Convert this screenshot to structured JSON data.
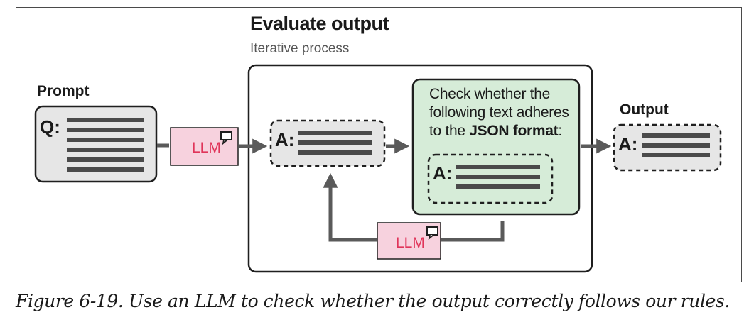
{
  "diagram": {
    "title": "Evaluate output",
    "subtitle": "Iterative process",
    "prompt_label": "Prompt",
    "prompt_prefix": "Q:",
    "llm_label": "LLM",
    "answer_prefix": "A:",
    "check": {
      "line1": "Check whether the",
      "line2": "following text adheres",
      "line3_pre": "to the ",
      "line3_bold": "JSON format",
      "line3_post": ":"
    },
    "output_label": "Output",
    "colors": {
      "prompt_box": "#e6e6e6",
      "llm_box": "#f7d2de",
      "check_box": "#d6ecd8",
      "llm_text": "#e0355a",
      "arrow": "#5a5a5a"
    }
  },
  "caption": "Figure 6-19. Use an LLM to check whether the output correctly follows our rules."
}
